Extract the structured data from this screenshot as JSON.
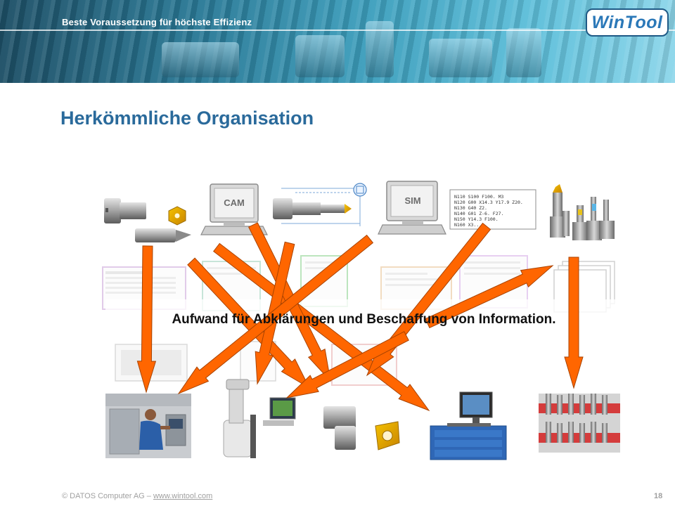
{
  "header": {
    "tagline": "Beste Voraussetzung für höchste Effizienz",
    "logo_text": "WinTool"
  },
  "page_title": "Herkömmliche Organisation",
  "diagram": {
    "screen_labels": [
      "CAM",
      "SIM"
    ],
    "nc_code_lines": [
      "N110  S100 F100. M3",
      "N120  G00 X14.3 Y17.9 Z20.",
      "N130  G40 Z2.",
      "N140  G01 Z-6. F27.",
      "N150  Y14.3 F100.",
      "N160  X3..."
    ],
    "band_text": "Aufwand für Abklärungen und Beschaffung von Information.",
    "arrow_color": "#ff6600"
  },
  "footer": {
    "copyright": "© DATOS Computer AG – ",
    "link_text": "www.wintool.com",
    "page_number": "18"
  }
}
